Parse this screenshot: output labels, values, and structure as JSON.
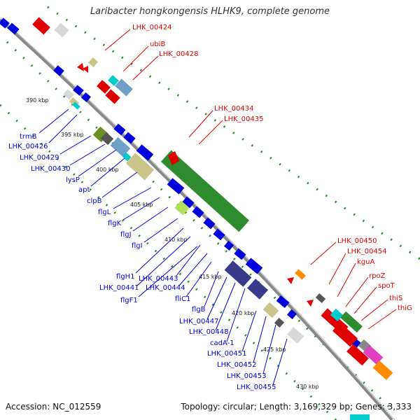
{
  "title": "Laribacter hongkongensis HLHK9, complete genome",
  "accession": "Accession: NC_012559",
  "topology": "Topology: circular; Length: 3,169,329 bp; Genes: 3,333",
  "ticks": [
    "390 kbp",
    "395 kbp",
    "400 kbp",
    "405 kbp",
    "410 kbp",
    "415 kbp",
    "420 kbp",
    "425 kbp",
    "430 kbp"
  ],
  "red_labels": [
    "LHK_00424",
    "ubiB",
    "LHK_00428",
    "LHK_00434",
    "LHK_00435",
    "LHK_00450",
    "LHK_00454",
    "kguA",
    "rpoZ",
    "spoT",
    "thiS",
    "thiG"
  ],
  "blue_labels": [
    "trmB",
    "LHK_00426",
    "LHK_00429",
    "LHK_00430",
    "lysP",
    "apt",
    "clpB",
    "flgL",
    "flgK",
    "flgJ",
    "flgI",
    "flgH1",
    "LHK_00443",
    "LHK_00441",
    "LHK_00444",
    "flgF1",
    "fliC1",
    "flgB",
    "LHK_00447",
    "LHK_00448",
    "cadA-1",
    "LHK_00451",
    "LHK_00452",
    "LHK_00453",
    "LHK_00455"
  ],
  "colors": {
    "forward": "#e00000",
    "reverse": "#0000dd",
    "backbone": "#888888",
    "gc_dots": "#228822",
    "flagellar": "#2e8b2e",
    "purple": "#3a3a8a",
    "khaki": "#c8c48a"
  }
}
